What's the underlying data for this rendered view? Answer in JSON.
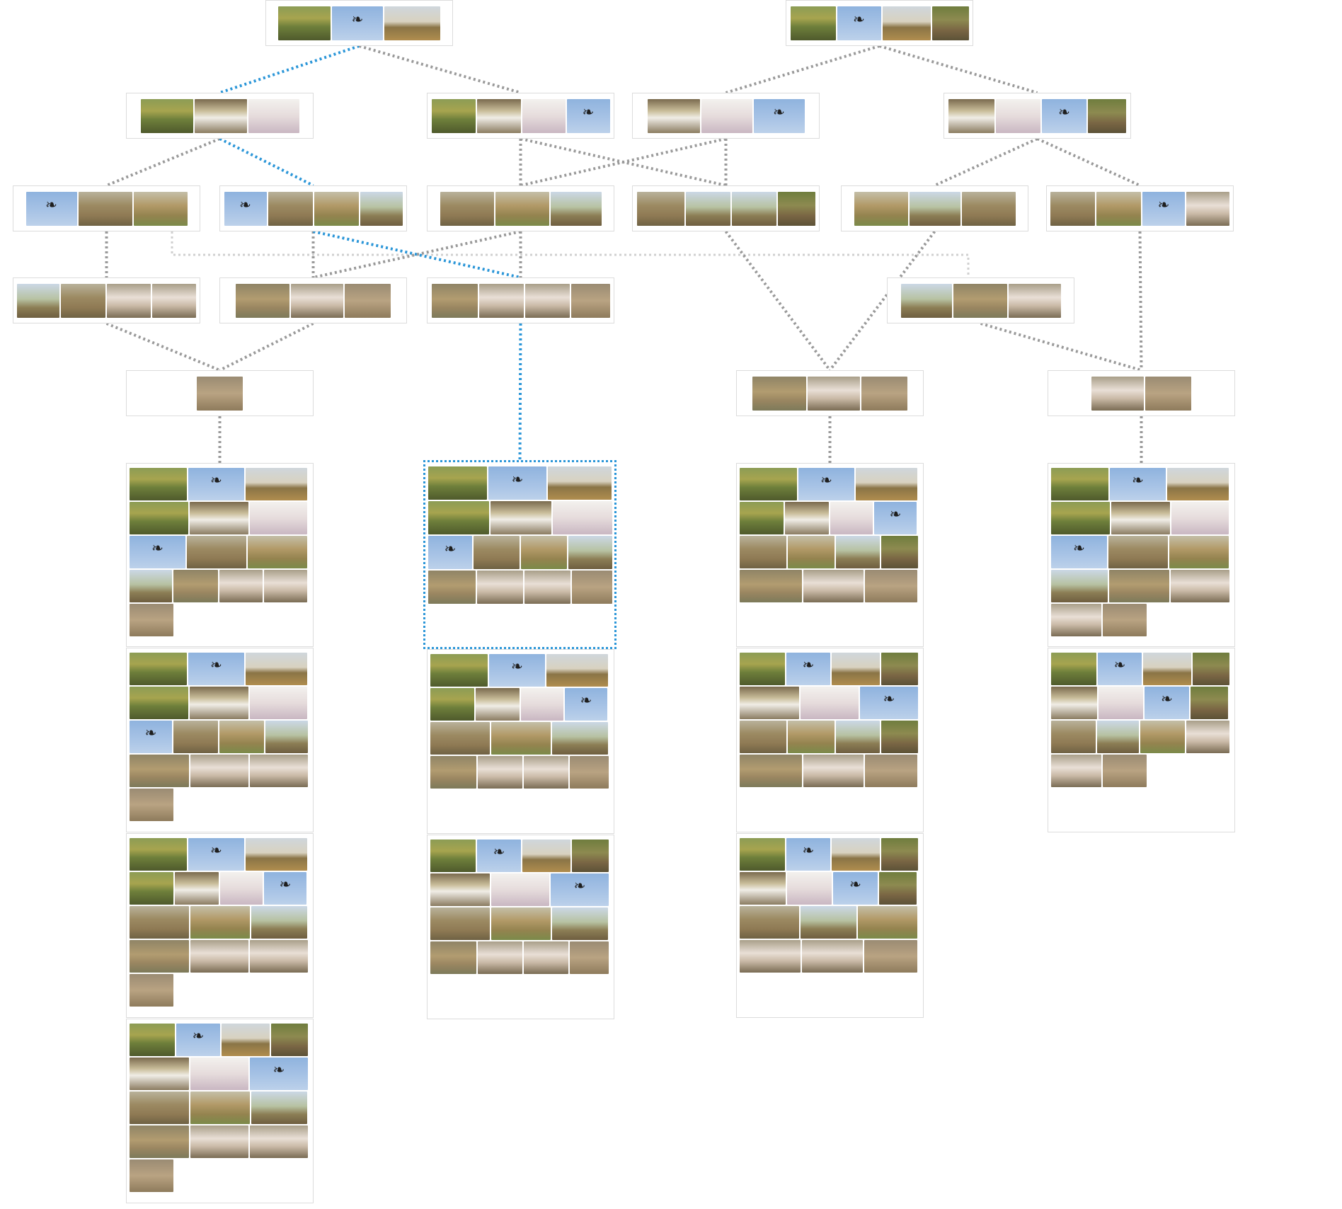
{
  "colors": {
    "edge_default": "#9a9a9a",
    "edge_light": "#d0d0d0",
    "edge_highlight": "#2b96d8",
    "node_border": "#dcdcdc"
  },
  "photo_types": {
    "grass": "t-grass",
    "eagle": "t-sky",
    "elephant": "t-elephant",
    "savanna": "t-savanna",
    "jeep": "t-jeep",
    "bird": "t-bird",
    "lion": "t-lion",
    "lion2": "t-lion2",
    "field": "t-field",
    "pig": "t-pig",
    "lioness": "t-lioness",
    "cub": "t-cub",
    "hawk": "t-sky"
  },
  "icons": {
    "eagle": "eagle-icon",
    "hawk": "hawk-icon"
  },
  "nodes": [
    {
      "id": "r1",
      "photos": [
        "grass",
        "eagle",
        "elephant"
      ]
    },
    {
      "id": "r2",
      "photos": [
        "grass",
        "eagle",
        "elephant",
        "savanna"
      ]
    },
    {
      "id": "a1",
      "photos": [
        "grass",
        "jeep",
        "bird"
      ]
    },
    {
      "id": "a2",
      "photos": [
        "grass",
        "jeep",
        "bird",
        "hawk"
      ]
    },
    {
      "id": "a3",
      "photos": [
        "jeep",
        "bird",
        "hawk"
      ]
    },
    {
      "id": "a4",
      "photos": [
        "jeep",
        "bird",
        "hawk",
        "savanna"
      ]
    },
    {
      "id": "b1",
      "photos": [
        "hawk",
        "lion",
        "lion2"
      ]
    },
    {
      "id": "b2",
      "photos": [
        "hawk",
        "lion",
        "lion2",
        "field"
      ]
    },
    {
      "id": "b3",
      "photos": [
        "lion",
        "lion2",
        "field"
      ]
    },
    {
      "id": "b4",
      "photos": [
        "lion",
        "field",
        "field",
        "savanna"
      ]
    },
    {
      "id": "b5",
      "photos": [
        "lion2",
        "field",
        "lion"
      ]
    },
    {
      "id": "b6",
      "photos": [
        "lion",
        "lion2",
        "hawk",
        "pig"
      ]
    },
    {
      "id": "c1",
      "photos": [
        "field",
        "lion",
        "pig",
        "pig"
      ]
    },
    {
      "id": "c2",
      "photos": [
        "lioness",
        "pig",
        "cub"
      ]
    },
    {
      "id": "c3",
      "photos": [
        "lioness",
        "pig",
        "pig",
        "cub"
      ]
    },
    {
      "id": "c4",
      "photos": [
        "field",
        "lioness",
        "pig"
      ]
    },
    {
      "id": "d1",
      "photos": [
        "cub"
      ]
    },
    {
      "id": "d2",
      "photos": [
        "lioness",
        "pig",
        "cub"
      ]
    },
    {
      "id": "d3",
      "photos": [
        "pig",
        "cub"
      ]
    }
  ],
  "results": [
    {
      "id": "res-1-1",
      "highlight": false,
      "rows": [
        [
          "grass",
          "eagle",
          "elephant"
        ],
        [
          "grass",
          "jeep",
          "bird"
        ],
        [
          "hawk",
          "lion",
          "lion2"
        ],
        [
          "field",
          "lioness",
          "pig",
          "pig"
        ],
        [
          "cub"
        ]
      ]
    },
    {
      "id": "res-1-2",
      "highlight": false,
      "rows": [
        [
          "grass",
          "eagle",
          "elephant"
        ],
        [
          "grass",
          "jeep",
          "bird"
        ],
        [
          "hawk",
          "lion",
          "lion2",
          "field"
        ],
        [
          "lioness",
          "pig",
          "pig"
        ],
        [
          "cub"
        ]
      ]
    },
    {
      "id": "res-1-3",
      "highlight": false,
      "rows": [
        [
          "grass",
          "eagle",
          "elephant"
        ],
        [
          "grass",
          "jeep",
          "bird",
          "hawk"
        ],
        [
          "lion",
          "lion2",
          "field"
        ],
        [
          "lioness",
          "pig",
          "pig"
        ],
        [
          "cub"
        ]
      ]
    },
    {
      "id": "res-1-4",
      "highlight": false,
      "rows": [
        [
          "grass",
          "eagle",
          "elephant",
          "savanna"
        ],
        [
          "jeep",
          "bird",
          "hawk"
        ],
        [
          "lion",
          "lion2",
          "field"
        ],
        [
          "lioness",
          "pig",
          "pig"
        ],
        [
          "cub"
        ]
      ]
    },
    {
      "id": "res-2-1",
      "highlight": true,
      "rows": [
        [
          "grass",
          "eagle",
          "elephant"
        ],
        [
          "grass",
          "jeep",
          "bird"
        ],
        [
          "hawk",
          "lion",
          "lion2",
          "field"
        ],
        [
          "lioness",
          "pig",
          "pig",
          "cub"
        ]
      ]
    },
    {
      "id": "res-2-2",
      "highlight": false,
      "rows": [
        [
          "grass",
          "eagle",
          "elephant"
        ],
        [
          "grass",
          "jeep",
          "bird",
          "hawk"
        ],
        [
          "lion",
          "lion2",
          "field"
        ],
        [
          "lioness",
          "pig",
          "pig",
          "cub"
        ]
      ]
    },
    {
      "id": "res-2-3",
      "highlight": false,
      "rows": [
        [
          "grass",
          "eagle",
          "elephant",
          "savanna"
        ],
        [
          "jeep",
          "bird",
          "hawk"
        ],
        [
          "lion",
          "lion2",
          "field"
        ],
        [
          "lioness",
          "pig",
          "pig",
          "cub"
        ]
      ]
    },
    {
      "id": "res-3-1",
      "highlight": false,
      "rows": [
        [
          "grass",
          "eagle",
          "elephant"
        ],
        [
          "grass",
          "jeep",
          "bird",
          "hawk"
        ],
        [
          "lion",
          "lion2",
          "field",
          "savanna"
        ],
        [
          "lioness",
          "pig",
          "cub"
        ]
      ]
    },
    {
      "id": "res-3-2",
      "highlight": false,
      "rows": [
        [
          "grass",
          "eagle",
          "elephant",
          "savanna"
        ],
        [
          "jeep",
          "bird",
          "hawk"
        ],
        [
          "lion",
          "lion2",
          "field",
          "savanna"
        ],
        [
          "lioness",
          "pig",
          "cub"
        ]
      ]
    },
    {
      "id": "res-3-3",
      "highlight": false,
      "rows": [
        [
          "grass",
          "eagle",
          "elephant",
          "savanna"
        ],
        [
          "jeep",
          "bird",
          "hawk",
          "savanna"
        ],
        [
          "lion",
          "field",
          "lion2"
        ],
        [
          "pig",
          "pig",
          "cub"
        ]
      ]
    },
    {
      "id": "res-4-1",
      "highlight": false,
      "rows": [
        [
          "grass",
          "eagle",
          "elephant"
        ],
        [
          "grass",
          "jeep",
          "bird"
        ],
        [
          "hawk",
          "lion",
          "lion2"
        ],
        [
          "field",
          "lioness",
          "pig"
        ],
        [
          "pig",
          "cub"
        ]
      ]
    },
    {
      "id": "res-4-2",
      "highlight": false,
      "rows": [
        [
          "grass",
          "eagle",
          "elephant",
          "savanna"
        ],
        [
          "jeep",
          "bird",
          "hawk",
          "savanna"
        ],
        [
          "lion",
          "field",
          "lion2",
          "pig"
        ],
        [
          "pig",
          "cub"
        ]
      ]
    }
  ]
}
